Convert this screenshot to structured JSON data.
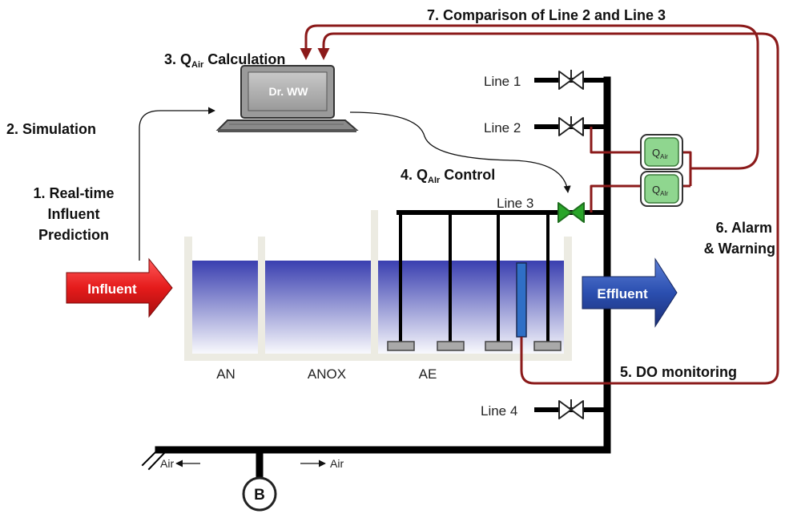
{
  "steps": {
    "step1": [
      "1. Real-time",
      "Influent",
      "Prediction"
    ],
    "step2": "2. Simulation",
    "step3": {
      "prefix": "3. Q",
      "sub": "Air",
      "suffix": " Calculation"
    },
    "step4": {
      "prefix": "4. Q",
      "sub": "AIr",
      "suffix": " Control"
    },
    "step5": "5. DO monitoring",
    "step6": [
      "6. Alarm",
      "& Warning"
    ],
    "step7": "7. Comparison of Line 2 and Line 3"
  },
  "laptop_screen": "Dr. WW",
  "lines": {
    "line1": "Line 1",
    "line2": "Line 2",
    "line3": "Line 3",
    "line4": "Line 4"
  },
  "zones": {
    "an": "AN",
    "anox": "ANOX",
    "ae": "AE"
  },
  "arrows": {
    "influent": "Influent",
    "effluent": "Effluent"
  },
  "air": {
    "left": "Air",
    "right": "Air"
  },
  "blower": "B",
  "meters": [
    {
      "q": "Q",
      "sub": "Air"
    },
    {
      "q": "Q",
      "sub": "AIr"
    }
  ],
  "colors": {
    "influent": "#e51b1b",
    "effluent": "#2b4fb0",
    "signal": "#8b1a1a",
    "meter": "#8fd68f",
    "active_valve": "#2aa52a",
    "water_top": "#3a3fb0",
    "pipe": "#000000"
  }
}
